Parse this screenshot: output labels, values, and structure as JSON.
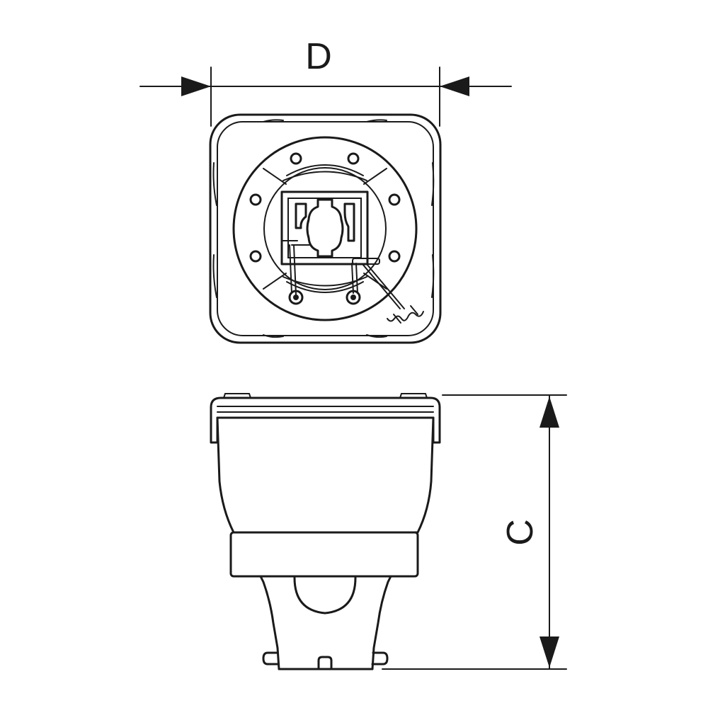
{
  "dimensions": {
    "width_label": "D",
    "height_label": "C"
  },
  "colors": {
    "line": "#1a1a1a",
    "background": "#ffffff"
  },
  "views": [
    "top-view",
    "side-view"
  ]
}
